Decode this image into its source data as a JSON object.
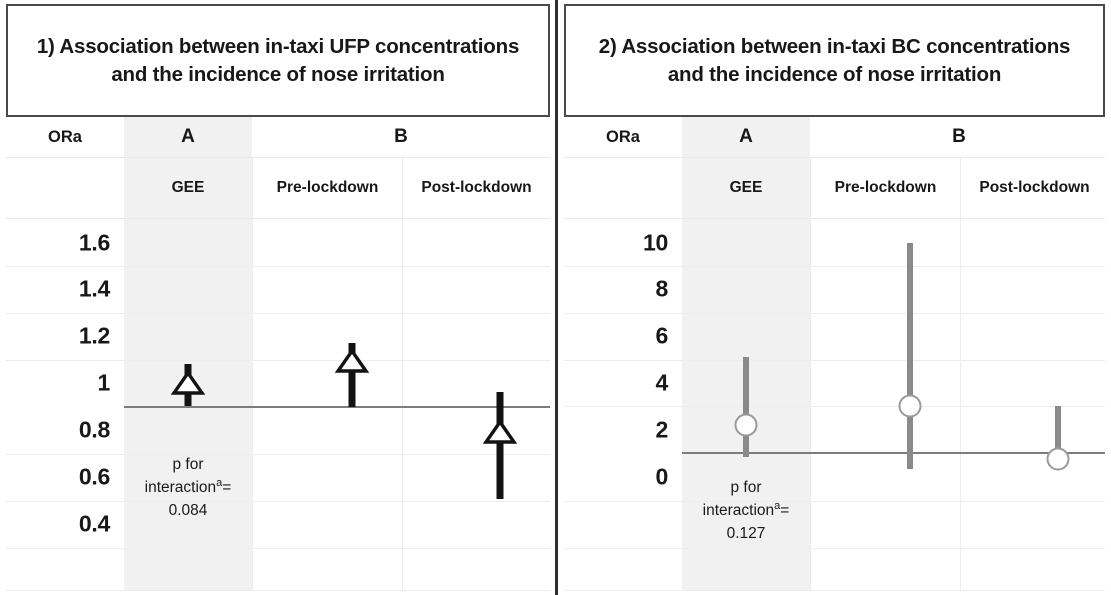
{
  "figure": {
    "panels": [
      {
        "id": "panel-ufp",
        "title": "1) Association between in-taxi UFP concentrations and the incidence of nose irritation",
        "axis_label": "ORa",
        "group_a_label": "A",
        "group_b_label": "B",
        "column_labels": [
          "GEE",
          "Pre-lockdown",
          "Post-lockdown"
        ],
        "p_note_line1": "p for",
        "p_note_line2": "interaction",
        "p_note_sup": "a",
        "p_note_eq": "=",
        "p_value": "0.084",
        "chart_data": {
          "type": "scatter",
          "title": "1) Association between in-taxi UFP concentrations and the incidence of nose irritation",
          "xlabel": "",
          "ylabel": "ORa",
          "ylim": [
            0.3,
            1.7
          ],
          "yticks": [
            1.6,
            1.4,
            1.2,
            1,
            0.8,
            0.6,
            0.4
          ],
          "grid": true,
          "reference_line": 1,
          "marker": "triangle-open",
          "marker_color": "#ffffff",
          "marker_edge_color": "#121212",
          "error_bar_color": "#121212",
          "categories": [
            "GEE",
            "Pre-lockdown",
            "Post-lockdown"
          ],
          "values": [
            1.11,
            1.21,
            0.9
          ],
          "ci_low": [
            1.0,
            1.0,
            0.62
          ],
          "ci_high": [
            1.19,
            1.28,
            1.06
          ],
          "annotations": [
            "p for interaction a = 0.084"
          ]
        }
      },
      {
        "id": "panel-bc",
        "title": "2) Association between in-taxi BC concentrations and the incidence of nose irritation",
        "axis_label": "ORa",
        "group_a_label": "A",
        "group_b_label": "B",
        "column_labels": [
          "GEE",
          "Pre-lockdown",
          "Post-lockdown"
        ],
        "p_note_line1": "p for",
        "p_note_line2": "interaction",
        "p_note_sup": "a",
        "p_note_eq": "=",
        "p_value": "0.127",
        "chart_data": {
          "type": "scatter",
          "title": "2) Association between in-taxi BC concentrations and the incidence of nose irritation",
          "xlabel": "",
          "ylabel": "ORa",
          "ylim": [
            -1.2,
            11.2
          ],
          "yticks": [
            10,
            8,
            6,
            4,
            2,
            0
          ],
          "grid": true,
          "reference_line": 1,
          "marker": "circle-open",
          "marker_color": "#ffffff",
          "marker_edge_color": "#9a9a9a",
          "error_bar_color": "#8a8a8a",
          "categories": [
            "GEE",
            "Pre-lockdown",
            "Post-lockdown"
          ],
          "values": [
            2.2,
            3.0,
            0.7
          ],
          "ci_low": [
            0.9,
            0.3,
            0.4
          ],
          "ci_high": [
            5.1,
            10.0,
            3.0
          ],
          "annotations": [
            "p for interaction a = 0.127"
          ]
        }
      }
    ],
    "colors": {
      "panel_border": "#2e2e2e",
      "title_border": "#4a4a4a",
      "shaded_column": "#f1f1f1",
      "gridline": "#ededed",
      "reference_line": "#7d7d7d",
      "marker_dark": "#121212",
      "marker_gray": "#8a8a8a"
    }
  }
}
